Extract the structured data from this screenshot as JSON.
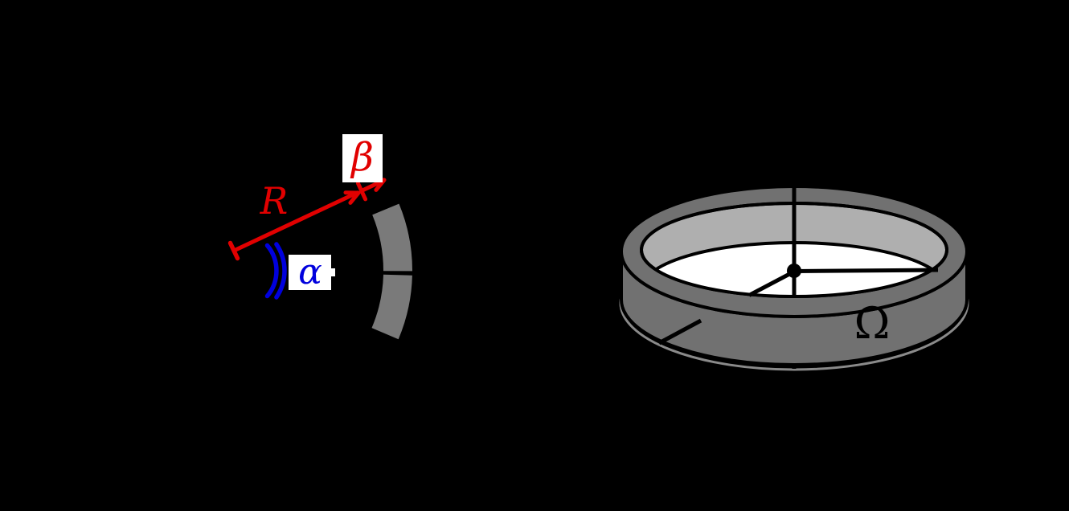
{
  "left_figure": {
    "r_label": "R",
    "beta_label": "β",
    "alpha_label": "α"
  },
  "right_figure": {
    "omega_label": "Ω"
  },
  "colors": {
    "bg": "#000000",
    "ink": "#000000",
    "red": "#e10000",
    "blue": "#0000dd",
    "arc-gray": "#7a7a7a",
    "ring-gray": "#717171",
    "wall-gray": "#afafaf",
    "base-gray": "#8a8a8a",
    "floor": "#ffffff",
    "label-bg": "#ffffff"
  }
}
